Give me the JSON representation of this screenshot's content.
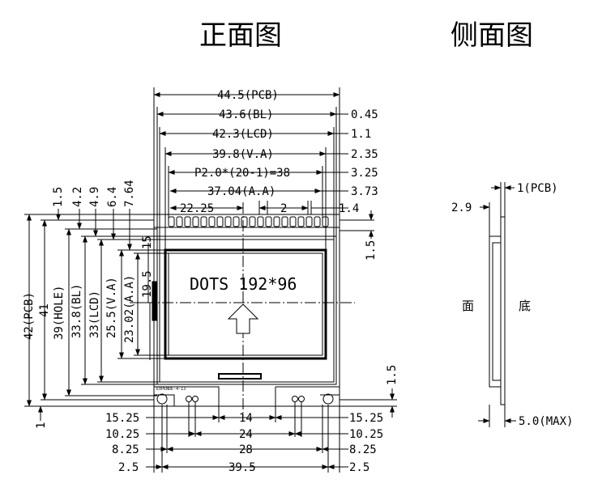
{
  "titles": {
    "front": "正面图",
    "side": "侧面图"
  },
  "display_text": "DOTS 192*96",
  "small_label": "EXPENDE-4-13",
  "top_dims": [
    {
      "main": "44.5(PCB)",
      "right": ""
    },
    {
      "main": "43.6(BL)",
      "right": "0.45"
    },
    {
      "main": "42.3(LCD)",
      "right": "1.1"
    },
    {
      "main": "39.8(V.A)",
      "right": "2.35"
    },
    {
      "main": "P2.0*(20-1)=38",
      "right": "3.25"
    },
    {
      "main": "37.04(A.A)",
      "right": "3.73"
    }
  ],
  "pin_dims": {
    "left": "22.25",
    "mid": "2",
    "right": "1.4"
  },
  "vertical_labels": {
    "pcb_h": "42(PCB)",
    "outer": "41",
    "hole": "39(HOLE)",
    "bl": "33.8(BL)",
    "lcd": "33(LCD)",
    "va": "25.5(V.A)",
    "aa": "23.02(A.A)",
    "top1": "1.5",
    "top2": "4.2",
    "top3": "4.9",
    "top4": "6.4",
    "top5": "7.64",
    "mid1": "19.5",
    "mid2": "15",
    "right_top": "1.5",
    "right_bot": "1.5",
    "bottom": "1"
  },
  "bottom_dims": [
    {
      "left": "15.25",
      "mid": "14",
      "right": "15.25"
    },
    {
      "left": "10.25",
      "mid": "24",
      "right": "10.25"
    },
    {
      "left": "8.25",
      "mid": "28",
      "right": "8.25"
    },
    {
      "left": "2.5",
      "mid": "39.5",
      "right": "2.5"
    }
  ],
  "side_dims": {
    "pcb": "1(PCB)",
    "left": "2.9",
    "max": "5.0(MAX)",
    "face": "面",
    "bottom": "底"
  }
}
